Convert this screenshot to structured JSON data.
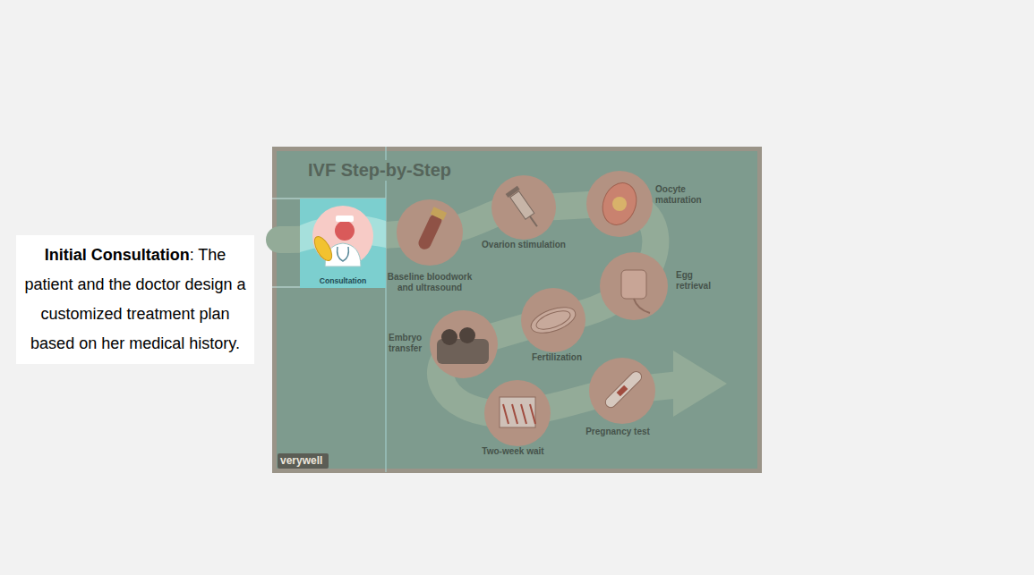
{
  "diagram": {
    "title": "IVF Step-by-Step",
    "nodes": [
      {
        "text": [
          "Initial Consultation",
          ": The patient and the doctor design a customized treatment plan based on her medical history."
        ]
      },
      {
        "text": [
          "Consultation"
        ]
      },
      {
        "text": [
          "Baseline bloodwork and ultrasound"
        ]
      },
      {
        "text": [
          "Ovarion stimulation"
        ]
      },
      {
        "text": [
          "Oocyte maturation"
        ]
      },
      {
        "text": [
          "Egg retrieval"
        ]
      },
      {
        "text": [
          "Fertilization"
        ]
      },
      {
        "text": [
          "Embryo transfer"
        ]
      },
      {
        "text": [
          "Two-week wait"
        ]
      },
      {
        "text": [
          "Pregnancy test"
        ]
      }
    ],
    "labels": [
      "verywell"
    ]
  }
}
